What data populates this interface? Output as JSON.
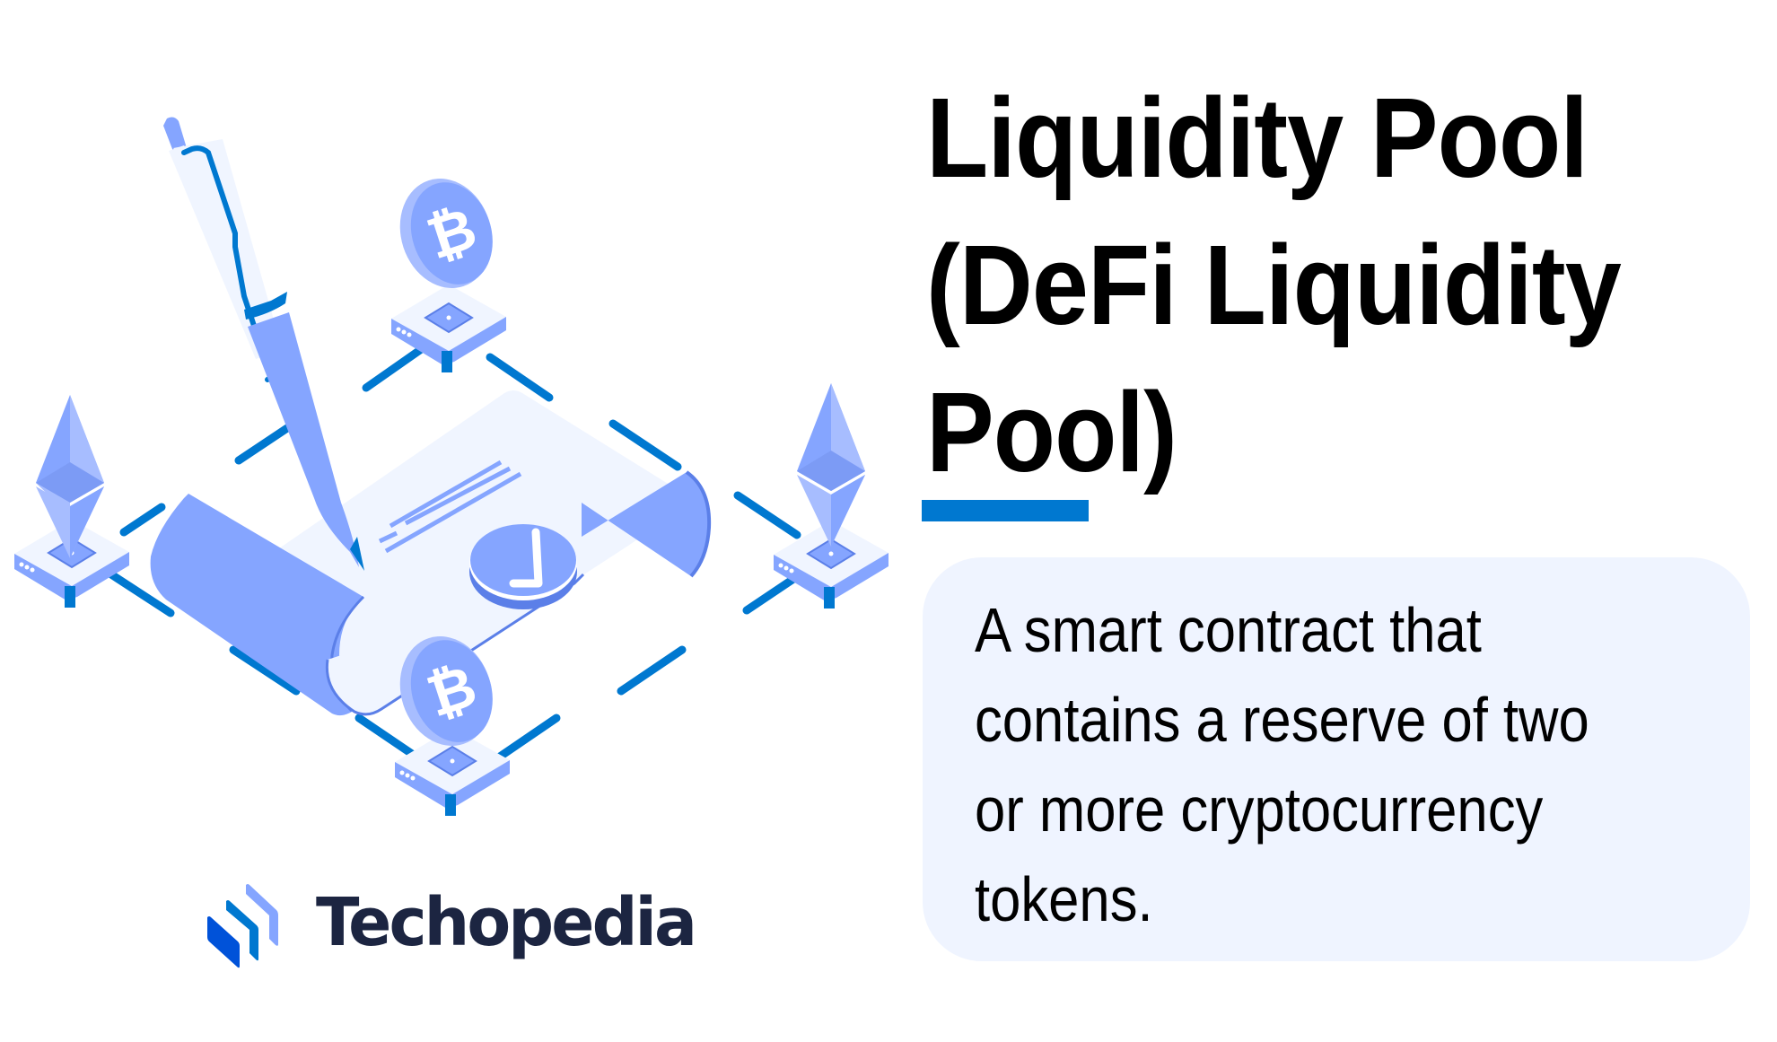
{
  "title": {
    "lines": [
      "Liquidity Pool",
      "(DeFi Liquidity",
      "Pool)"
    ]
  },
  "definition": {
    "lines": [
      "A smart contract that",
      "contains a reserve of two",
      "or more cryptocurrency",
      "tokens."
    ]
  },
  "brand": {
    "name": "Techopedia"
  },
  "illustration": {
    "icons": [
      "pen-icon",
      "scroll-contract-icon",
      "checkmark-seal-icon",
      "bitcoin-coin-icon",
      "ethereum-icon",
      "node-block-icon"
    ]
  },
  "colors": {
    "accent": "#0078D0",
    "card_bg": "#EFF4FF",
    "illustration_blue": "#85A5FF",
    "illustration_dark": "#5B7FE8",
    "paper": "#F0F5FF",
    "brand_text": "#1C2541"
  }
}
